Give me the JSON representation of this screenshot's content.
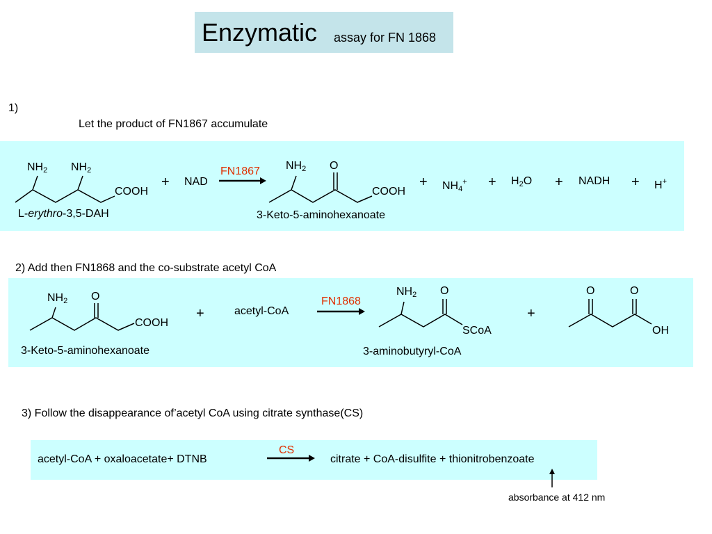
{
  "title": {
    "main": "Enzymatic",
    "rest": "assay for FN 1868",
    "bg_color": "#c4e4ea"
  },
  "colors": {
    "panel": "#ccffff",
    "enzyme": "#e03000"
  },
  "step1": {
    "number": "1)",
    "instruction": "Let the product of FN1867 accumulate",
    "mol1": {
      "nh2_a": "NH",
      "nh2_b": "NH",
      "sub2": "2",
      "cooh": "COOH",
      "name_prefix": "L-",
      "name_italic": "erythro",
      "name_suffix": "-3,5-DAH"
    },
    "plus": "+",
    "nad": "NAD",
    "enzyme": "FN1867",
    "mol2": {
      "nh2": "NH",
      "sub2": "2",
      "o": "O",
      "cooh": "COOH",
      "name": "3-Keto-5-aminohexanoate"
    },
    "nh4": {
      "base": "NH",
      "sub": "4",
      "sup": "+"
    },
    "h2o": {
      "h": "H",
      "sub": "2",
      "o": "O"
    },
    "nadh": "NADH",
    "hplus": {
      "base": "H",
      "sup": "+"
    }
  },
  "step2": {
    "instruction": "2) Add then FN1868 and the co-substrate acetyl CoA",
    "mol1": {
      "nh2": "NH",
      "sub2": "2",
      "o": "O",
      "cooh": "COOH",
      "name": "3-Keto-5-aminohexanoate"
    },
    "plus": "+",
    "acetyl": "acetyl-CoA",
    "enzyme": "FN1868",
    "mol2": {
      "nh2": "NH",
      "sub2": "2",
      "o": "O",
      "scoa": "SCoA",
      "name": "3-aminobutyryl-CoA"
    },
    "mol3": {
      "o1": "O",
      "o2": "O",
      "oh": "OH"
    }
  },
  "step3": {
    "instruction": "3) Follow the disappearance of’acetyl CoA using citrate synthase(CS)",
    "reactants": "acetyl-CoA + oxaloacetate+ DTNB",
    "enzyme": "CS",
    "products": "citrate + CoA-disulfite + thionitrobenzoate",
    "note": "absorbance at 412 nm"
  }
}
